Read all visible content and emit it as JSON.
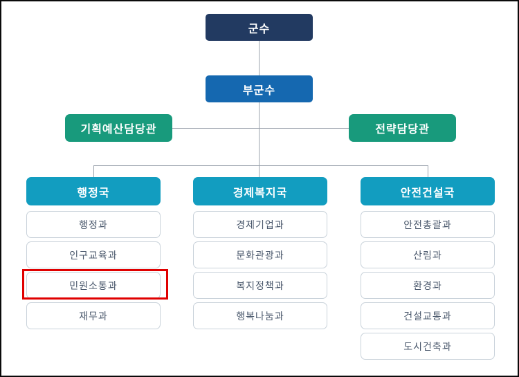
{
  "palette": {
    "navy": "#223a61",
    "blue": "#1568b0",
    "green": "#189a7c",
    "teal": "#129dc0",
    "line": "#9aa2ac",
    "box_border": "#c9d2da",
    "box_text": "#49576b",
    "highlight_red": "#e00000",
    "page_border": "#0a0a0a",
    "background": "#ffffff"
  },
  "org_chart": {
    "top_node": {
      "label": "군수"
    },
    "deputy_node": {
      "label": "부군수"
    },
    "staff_nodes": [
      {
        "label": "기획예산담당관"
      },
      {
        "label": "전략담당관"
      }
    ],
    "bureaus": [
      {
        "label": "행정국",
        "departments": [
          "행정과",
          "인구교육과",
          "민원소통과",
          "재무과"
        ],
        "highlighted_department": "민원소통과"
      },
      {
        "label": "경제복지국",
        "departments": [
          "경제기업과",
          "문화관광과",
          "복지정책과",
          "행복나눔과"
        ]
      },
      {
        "label": "안전건설국",
        "departments": [
          "안전총괄과",
          "산림과",
          "환경과",
          "건설교통과",
          "도시건축과"
        ]
      }
    ]
  }
}
